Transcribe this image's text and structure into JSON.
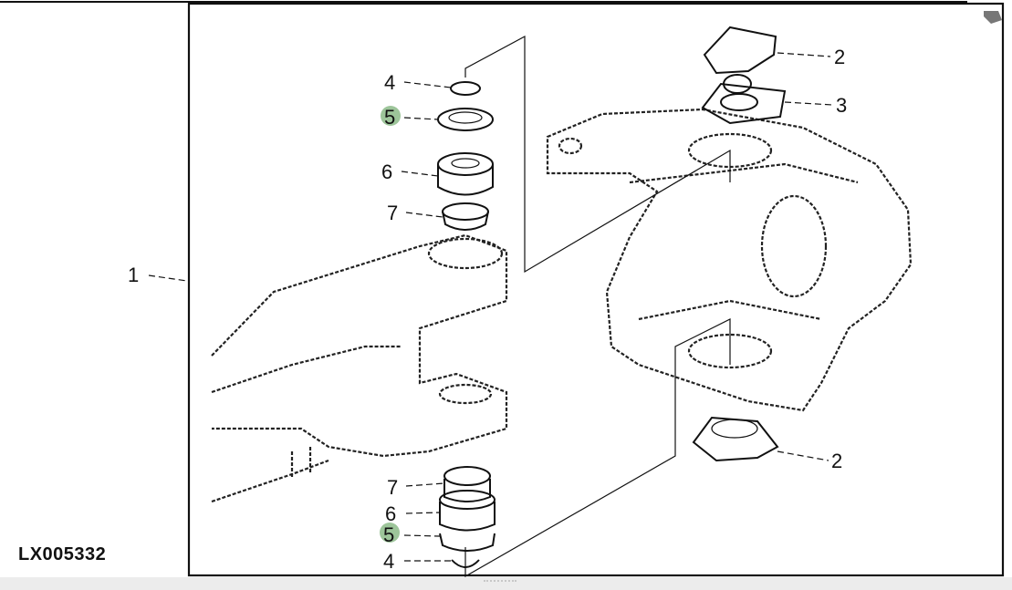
{
  "figure_id": "LX005332",
  "highlight_color": "#9dc59a",
  "callouts": [
    {
      "label": "1",
      "highlighted": false
    },
    {
      "label": "2",
      "highlighted": false
    },
    {
      "label": "3",
      "highlighted": false
    },
    {
      "label": "2",
      "highlighted": false
    },
    {
      "label": "4",
      "highlighted": false
    },
    {
      "label": "5",
      "highlighted": true
    },
    {
      "label": "6",
      "highlighted": false
    },
    {
      "label": "7",
      "highlighted": false
    },
    {
      "label": "7",
      "highlighted": false
    },
    {
      "label": "6",
      "highlighted": false
    },
    {
      "label": "5",
      "highlighted": true
    },
    {
      "label": "4",
      "highlighted": false
    }
  ]
}
